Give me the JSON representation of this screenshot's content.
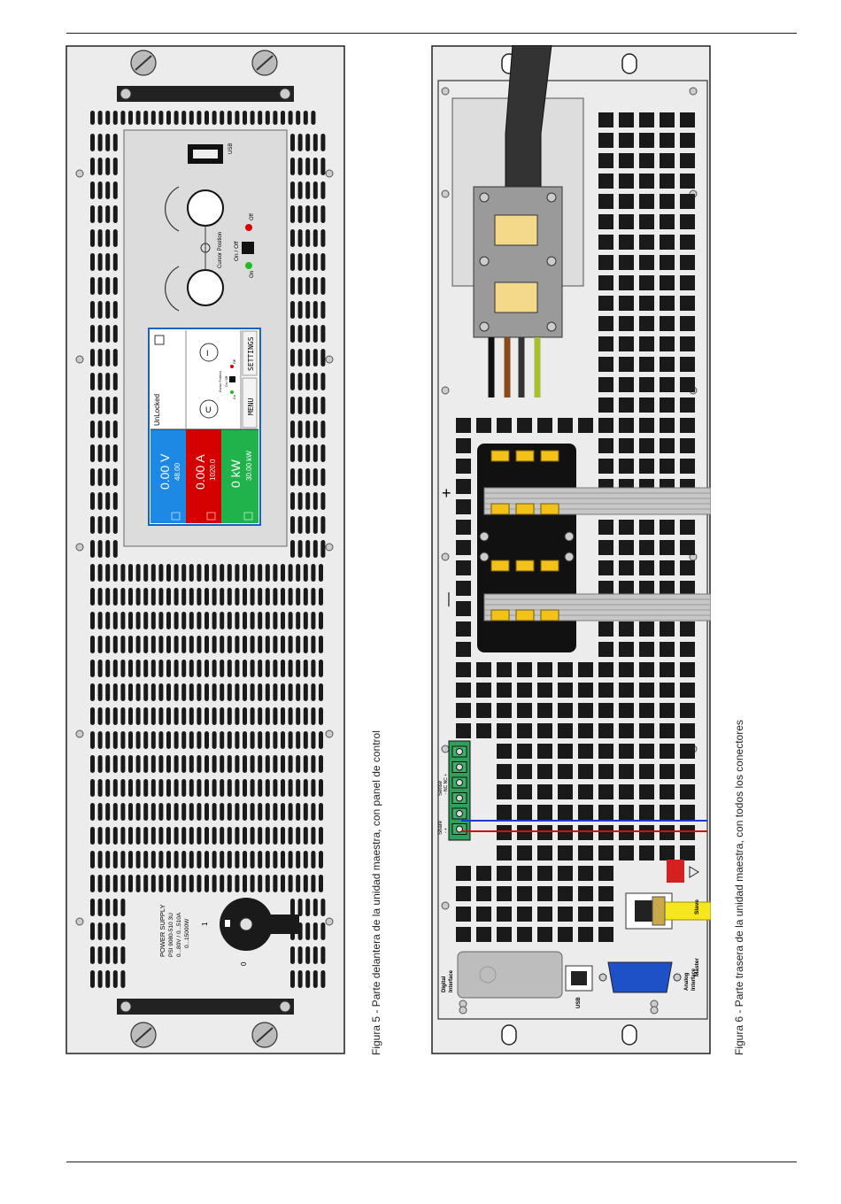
{
  "captions": {
    "front": "Figura 5 - Parte delantera de la unidad maestra, con panel de control",
    "rear": "Figura 6 - Parte trasera de la unidad maestra, con todos los conectores"
  },
  "front_panel": {
    "usb_label": "USB",
    "knob_caption": "Cursor Position",
    "onoff_label": "On / Off",
    "off_label": "Off",
    "on_label": "On",
    "display": {
      "lock_state": "UnLocked",
      "voltage_actual": "0.00 V",
      "voltage_set": "48.00",
      "voltage_unit": "V",
      "current_actual": "0.00 A",
      "current_set": "1020.0",
      "current_unit": "A",
      "power_actual": "0 kW",
      "power_set": "30.00 kW",
      "menu_button": "MENU",
      "settings_button": "SETTINGS",
      "knob_u": "U",
      "knob_i": "I",
      "mini_caption": "Cursor Position",
      "mini_onoff": "On / Off",
      "mini_off": "Off",
      "mini_on": "On"
    },
    "nameplate": {
      "line1": "POWER SUPPLY",
      "line2": "PSI 9080-510 3U",
      "line3": "0...80V / 0...510A",
      "line4": "0...15000W"
    },
    "switch_on": "1",
    "switch_off": "0"
  },
  "rear_panel": {
    "plus_symbol": "+",
    "minus_symbol": "—",
    "share_label": "Share",
    "share_pins": "-  +",
    "sense_label": "Sense",
    "sense_pins": "-  NC  NC  +",
    "master_label": "Master",
    "slave_label": "Slave",
    "digital_label_1": "Digital",
    "digital_label_2": "Interface",
    "usb_label": "USB",
    "analog_label_1": "Analog",
    "analog_label_2": "Interface"
  },
  "colors": {
    "display_blue": "#1e88e5",
    "display_red": "#d50000",
    "display_green": "#20b24b",
    "chassis": "#ececec",
    "bus_bar_yellow": "#f2c21b"
  }
}
